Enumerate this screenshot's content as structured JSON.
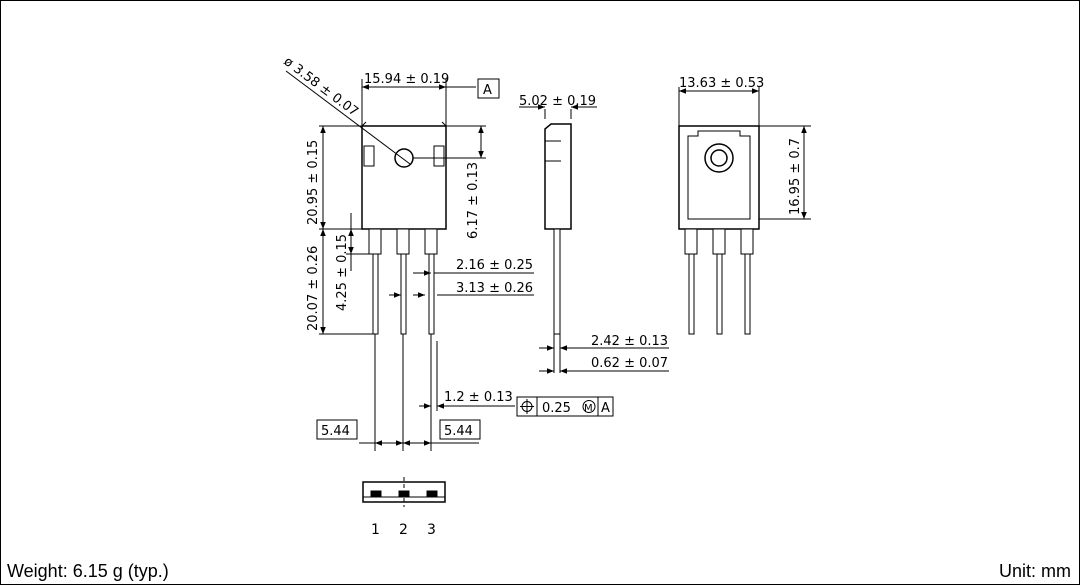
{
  "labels": {
    "hole": "ø 3.58 ± 0.07",
    "width_front": "15.94 ± 0.19",
    "datum": "A",
    "thickness_side": "5.02 ± 0.19",
    "width_back": "13.63 ± 0.53",
    "body_height": "20.95 ± 0.15",
    "hole_offset": "6.17 ± 0.13",
    "back_height": "16.95 ± 0.7",
    "lead_length": "20.07 ± 0.26",
    "lead_shoulder": "4.25 ± 0.15",
    "lead_width_1": "2.16 ± 0.25",
    "lead_width_2": "3.13 ± 0.26",
    "lead_thickness": "2.42 ± 0.13",
    "lead_tip": "0.62 ± 0.07",
    "lead_pitch_tol": "1.2 ± 0.13",
    "position_tol": "0.25",
    "modifier": "M",
    "datum_ref": "A",
    "pitch_left": "5.44",
    "pitch_right": "5.44"
  },
  "pins": [
    "1",
    "2",
    "3"
  ],
  "footer": {
    "weight": "Weight: 6.15 g (typ.)",
    "unit": "Unit: mm"
  }
}
